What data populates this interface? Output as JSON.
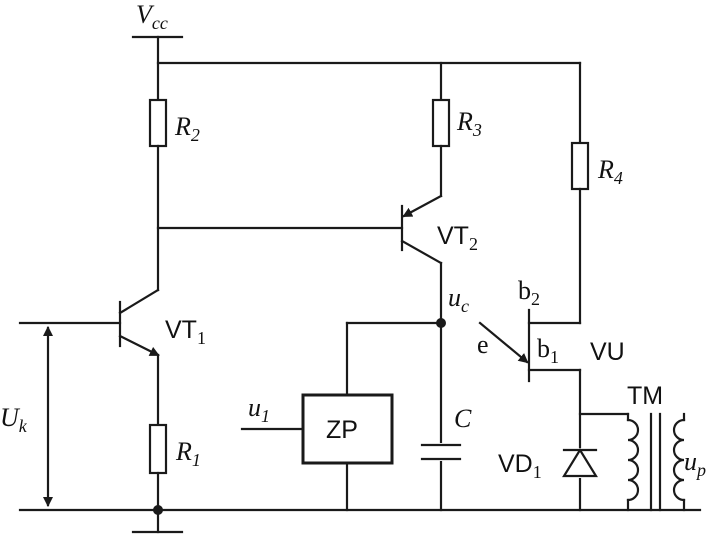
{
  "labels": {
    "vcc": {
      "main": "V",
      "sub": "cc"
    },
    "r1": {
      "main": "R",
      "sub": "1"
    },
    "r2": {
      "main": "R",
      "sub": "2"
    },
    "r3": {
      "main": "R",
      "sub": "3"
    },
    "r4": {
      "main": "R",
      "sub": "4"
    },
    "vt1": {
      "main": "VT",
      "sub": "1"
    },
    "vt2": {
      "main": "VT",
      "sub": "2"
    },
    "uc": {
      "main": "u",
      "sub": "c"
    },
    "uk": {
      "main": "U",
      "sub": "k"
    },
    "u1": {
      "main": "u",
      "sub": "1"
    },
    "up": {
      "main": "u",
      "sub": "p"
    },
    "b2": {
      "main": "b",
      "sub": "2"
    },
    "b1": {
      "main": "b",
      "sub": "1"
    },
    "e": "e",
    "vu": "VU",
    "zp": "ZP",
    "c": "C",
    "vd1": {
      "main": "VD",
      "sub": "1"
    },
    "tm": "TM"
  }
}
